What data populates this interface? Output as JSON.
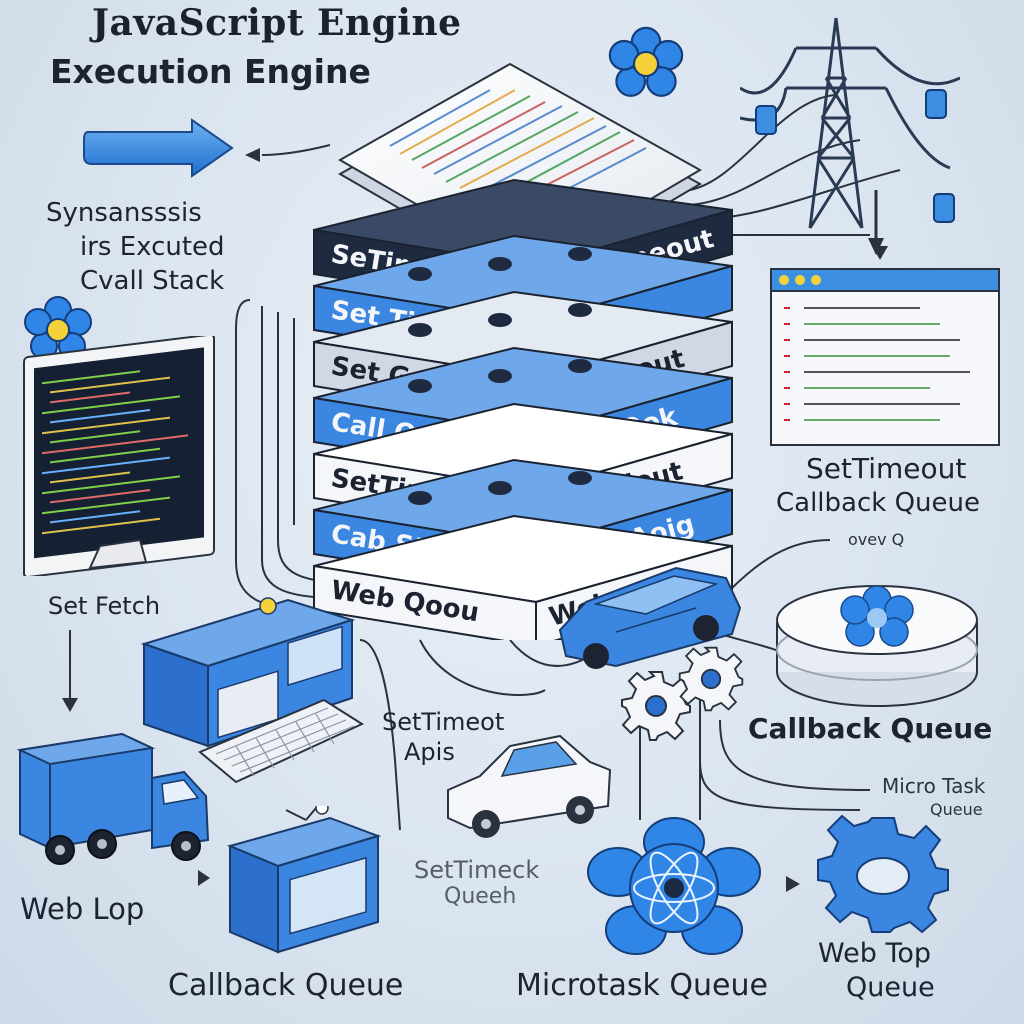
{
  "title": {
    "line1": "JavaScript Engine",
    "line2": "Execution Engine"
  },
  "labels": {
    "sync_line1": "Synsansssis",
    "sync_line2": "irs Excuted",
    "sync_line3": "Cvall Stack",
    "settimeout_callback_line1": "SetTimeout",
    "settimeout_callback_line2": "Callback Queue",
    "set_fetch": "Set Fetch",
    "callback_queue_right": "Callback Queue",
    "settimeout_apis_line1": "SetTimeot",
    "settimeout_apis_line2": "Apis",
    "micro_task_line1": "Micro Task",
    "micro_task_line2": "Queue",
    "settimeck_line1": "SetTimeck",
    "settimeck_line2": "Queeh",
    "web_lop": "Web Lop",
    "callback_queue_bottom": "Callback Queue",
    "microtask_queue": "Microtask Queue",
    "web_top_line1": "Web Top",
    "web_top_line2": "Queue",
    "queue_hint": "ovev Q"
  },
  "stack_layers": [
    {
      "left": "SeTimeout",
      "right": "SetTimeout",
      "style": "dark"
    },
    {
      "left": "Set Timeot",
      "right": "",
      "style": "blue"
    },
    {
      "left": "Set Gour",
      "right": "Beit Oout",
      "style": "light"
    },
    {
      "left": "Call Ocoot",
      "right": "Evet Ook",
      "style": "blue"
    },
    {
      "left": "SetTimoct",
      "right": "Wettilout",
      "style": "white"
    },
    {
      "left": "Cab Stout",
      "right": "Uved Aoig",
      "style": "blue"
    },
    {
      "left": "Web Qoou",
      "right": "Web Apis",
      "style": "white"
    }
  ],
  "colors": {
    "accent_blue": "#3c8ee0",
    "dark_blue": "#1f3f6b",
    "background": "#dbe5f0"
  },
  "icons": [
    "arrow-right-icon",
    "flower-icon",
    "power-tower-icon",
    "monitor-icon",
    "browser-window-icon",
    "server-icon",
    "keyboard-icon",
    "truck-icon",
    "car-icon",
    "gear-icon",
    "disc-icon"
  ]
}
